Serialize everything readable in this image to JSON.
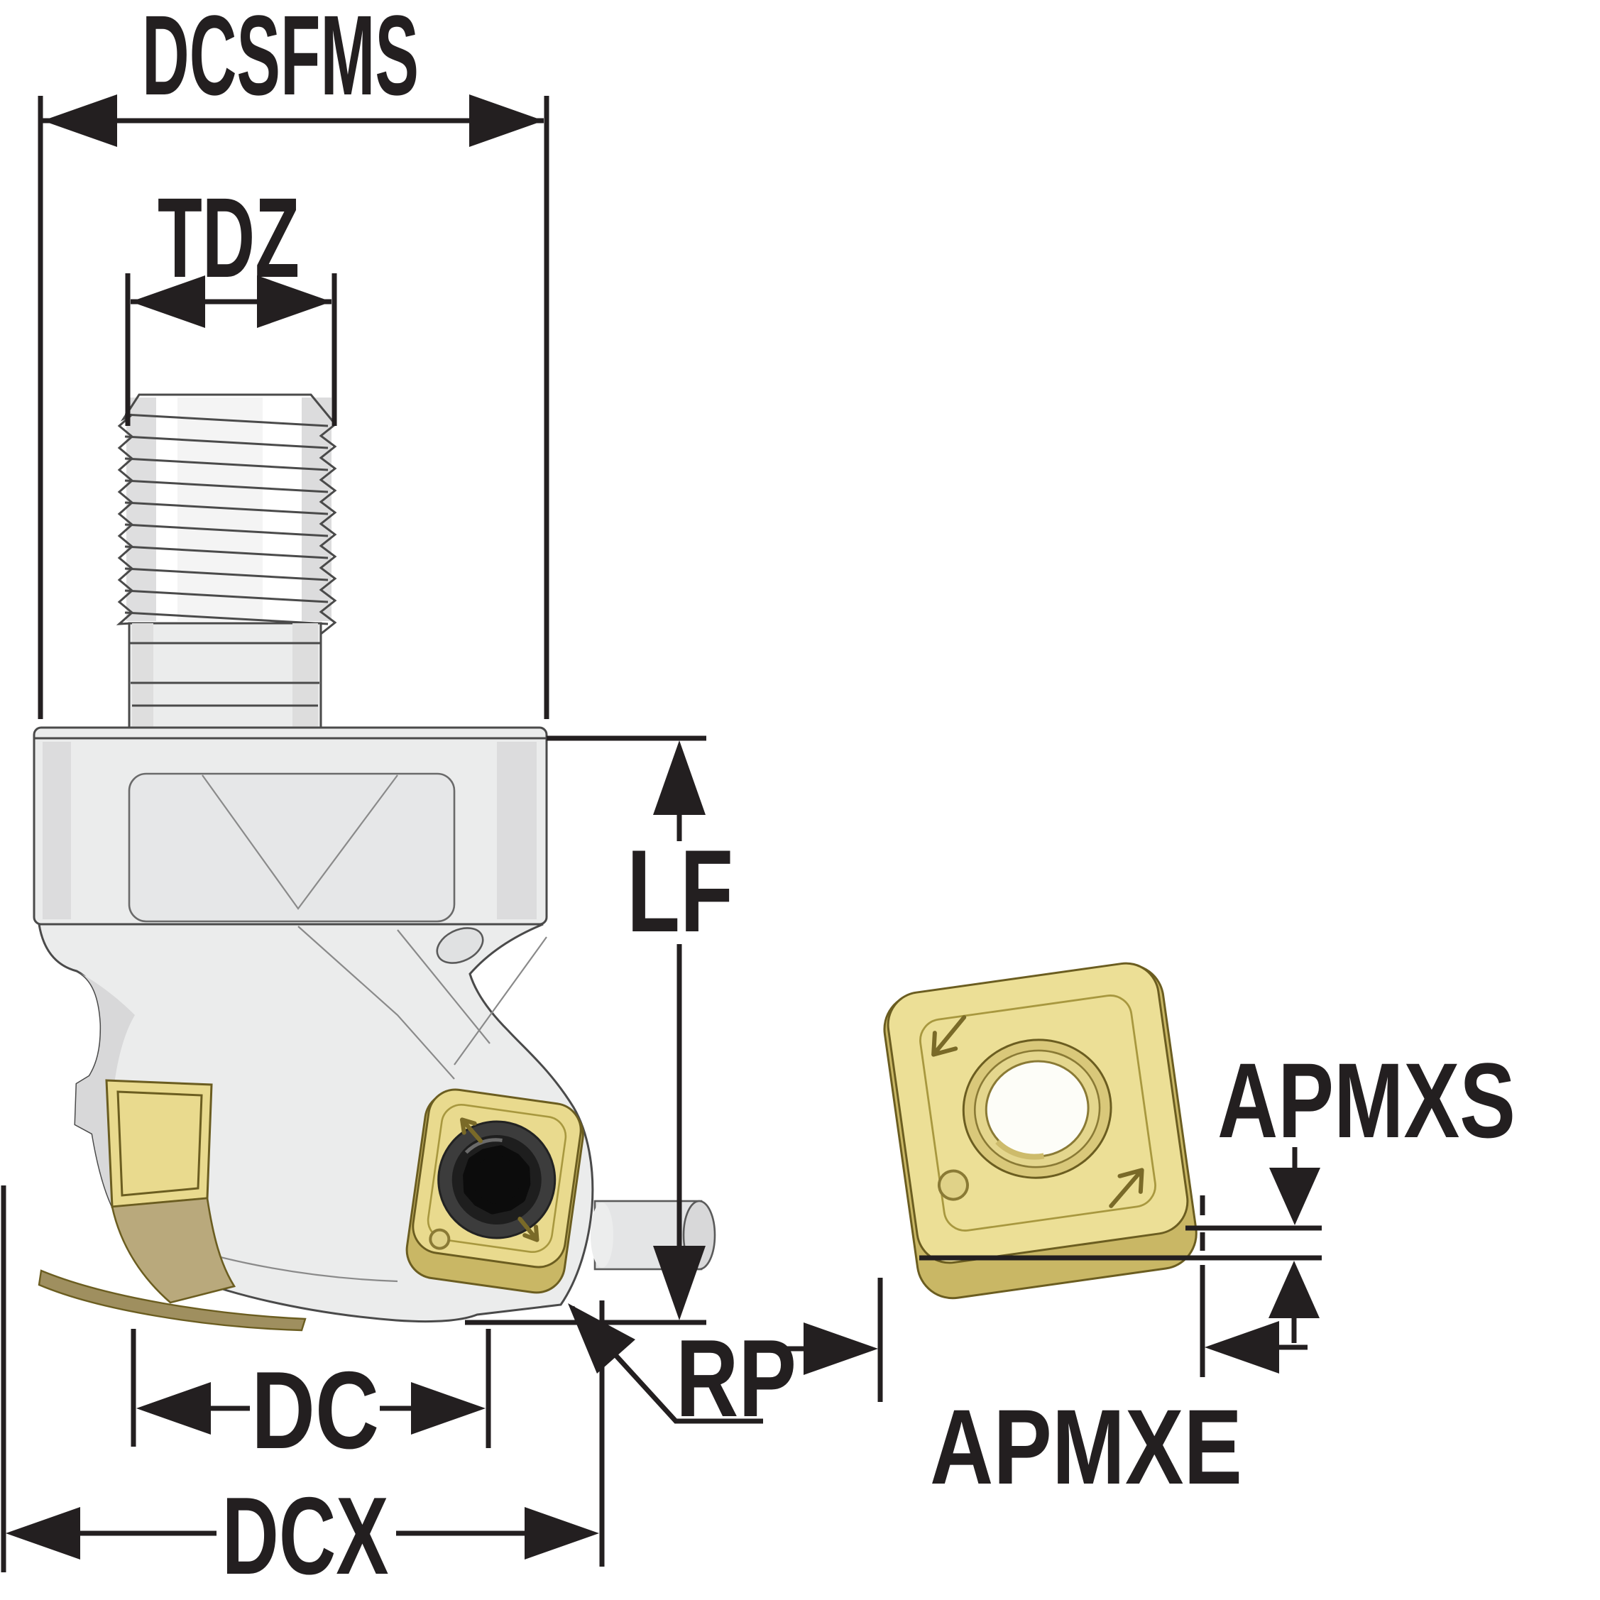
{
  "diagram_title": "indexable-milling-cutter-dimension-drawing",
  "labels": {
    "dcsfms": "DCSFMS",
    "tdz": "TDZ",
    "lf": "LF",
    "dc": "DC",
    "dcx": "DCX",
    "rp": "RP",
    "apmxs": "APMXS",
    "apmxe": "APMXE"
  },
  "colors": {
    "dimension_ink": "#231f20",
    "tool_outline": "#4a4a4a",
    "body_fill": "#ebecec",
    "body_panel": "#e6e7e8",
    "body_shade": "#d8d8d9",
    "insert_gold": "#e9da8e",
    "insert_gold_light": "#ecdf96",
    "insert_gold_dark": "#c9b765",
    "insert_flank_tan": "#b9a97c",
    "insert_flank_olive": "#9f8f5f",
    "insert_outline": "#6b5d20",
    "screw_ring": "#3c3c3c",
    "screw_dark": "#1e1e1e",
    "hole_fill": "#fdfdf8",
    "background": "#ffffff"
  }
}
